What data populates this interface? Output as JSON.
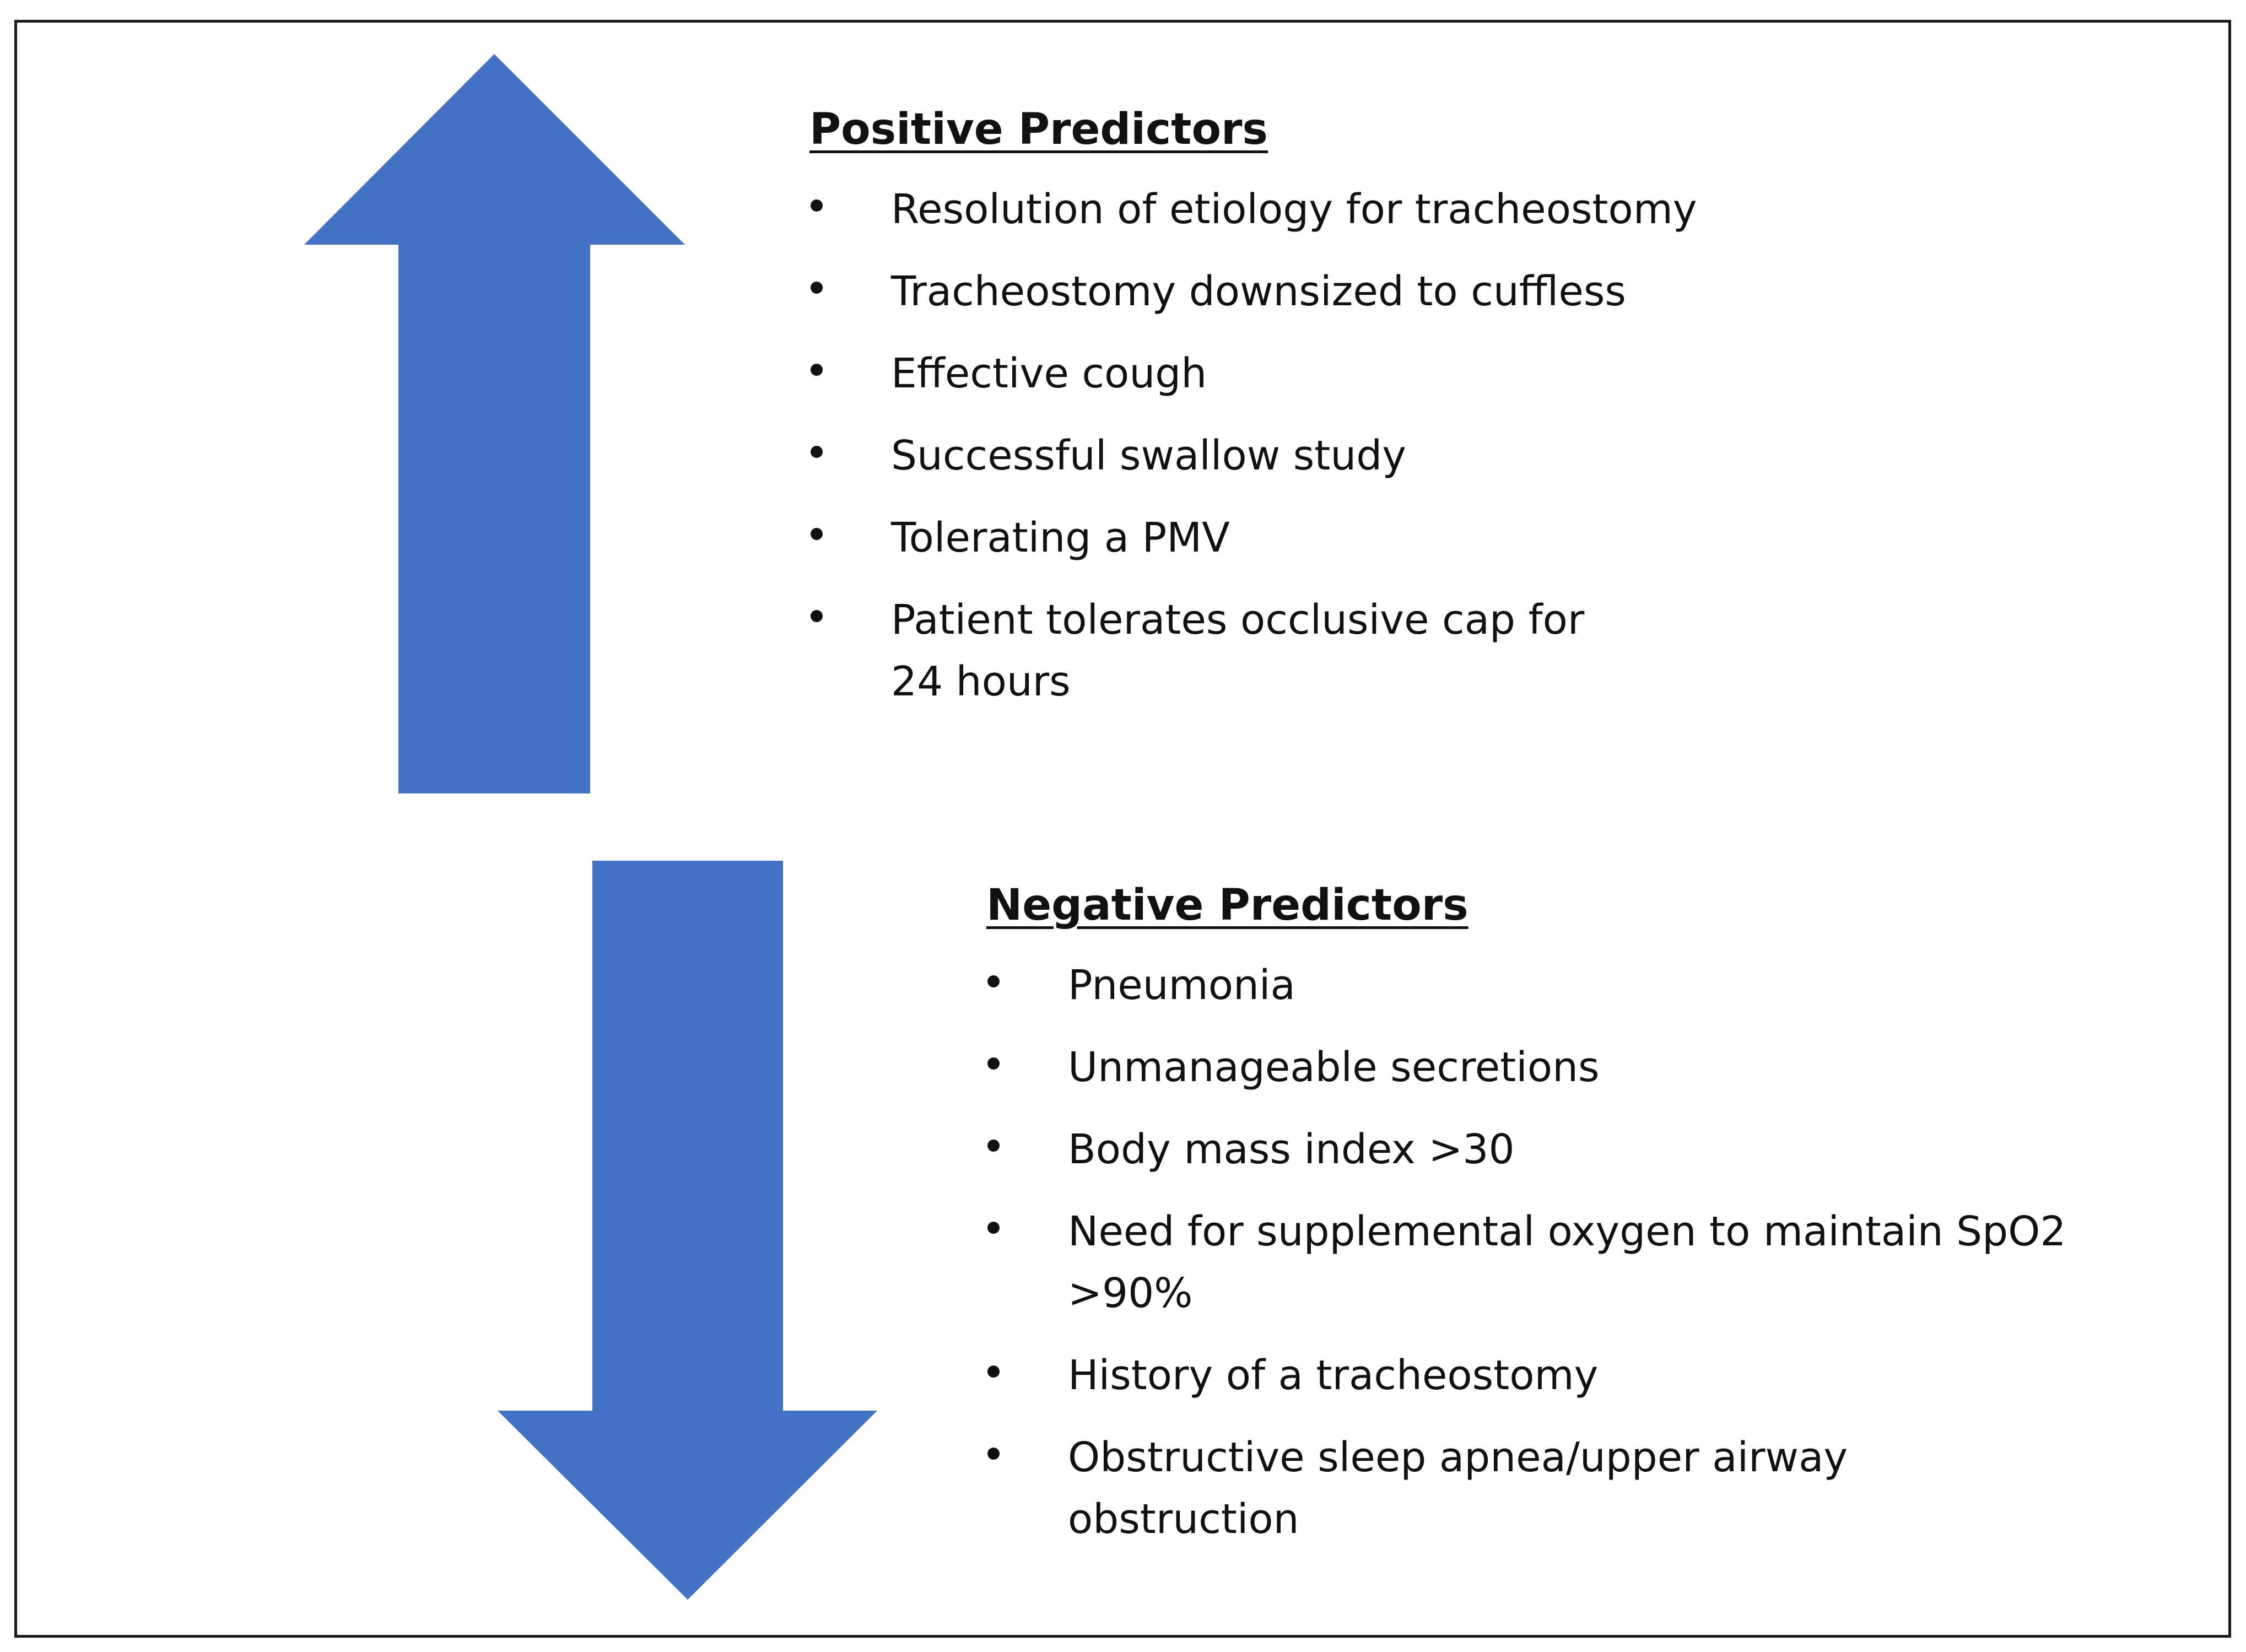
{
  "colors": {
    "arrow_fill": "#4472C4",
    "frame": "#1a1a1a",
    "text": "#111111"
  },
  "positive": {
    "title": "Positive Predictors",
    "items": [
      "Resolution of etiology for tracheostomy",
      "Tracheostomy downsized to cuffless",
      "Effective cough",
      "Successful swallow study",
      "Tolerating a PMV",
      "Patient tolerates occlusive cap for 24 hours"
    ]
  },
  "negative": {
    "title": "Negative Predictors",
    "items": [
      "Pneumonia",
      "Unmanageable secretions",
      "Body mass index >30",
      "Need for supplemental oxygen to maintain SpO2 >90%",
      "History of a tracheostomy",
      "Obstructive sleep apnea/upper airway obstruction"
    ]
  }
}
